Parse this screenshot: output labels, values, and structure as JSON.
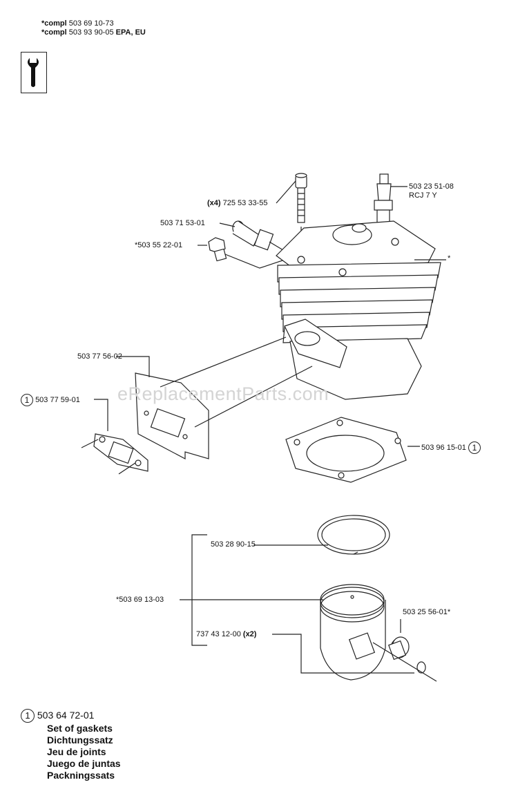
{
  "header": {
    "compl1_prefix": "*compl",
    "compl1_number": "503 69 10-73",
    "compl2_prefix": "*compl",
    "compl2_number": "503 93 90-05",
    "compl2_suffix": "EPA, EU"
  },
  "watermark": "eReplacementParts.com",
  "callouts": {
    "spark_plug": "503 23 51-08",
    "spark_plug_type": "RCJ 7 Y",
    "screw_qty": "(x4)",
    "screw": "725 53 33-55",
    "decomp_valve": "503 71 53-01",
    "plug": "*503 55 22-01",
    "cylinder": "*",
    "heat_shield": "503 77 56-02",
    "intake_gasket_marker": "1",
    "intake_gasket": "503 77 59-01",
    "cylinder_gasket": "503 96 15-01",
    "cylinder_gasket_marker": "1",
    "piston_ring": "503 28 90-15",
    "piston_assembly": "*503 69 13-03",
    "needle_bearing": "503 25 56-01*",
    "circlip": "737 43 12-00",
    "circlip_qty": "(x2)"
  },
  "legend": {
    "marker": "1",
    "number": "503 64 72-01",
    "names": [
      "Set of gaskets",
      "Dichtungssatz",
      "Jeu de joints",
      "Juego de juntas",
      "Packningssats"
    ]
  }
}
